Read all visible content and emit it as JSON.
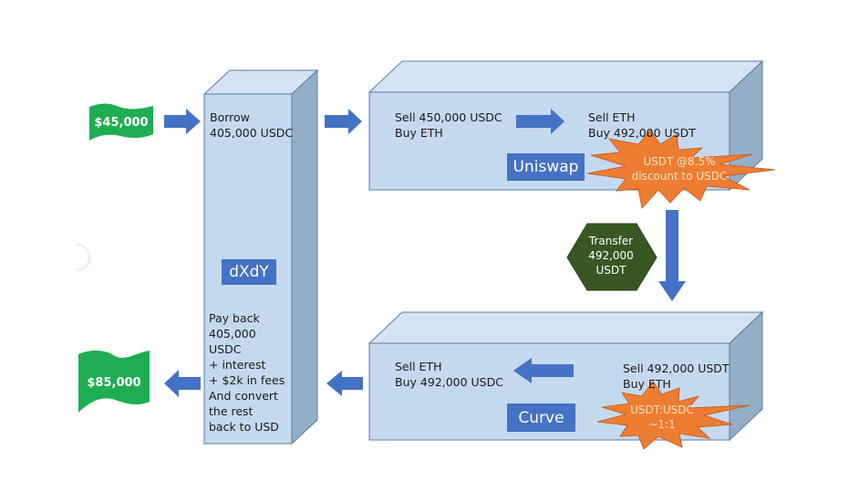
{
  "diagram": {
    "colors": {
      "box_front": "#c5d9ee",
      "box_top": "#d4e3f3",
      "box_side": "#95aec7",
      "box_edge": "#5b7ca0",
      "arrow": "#4472c4",
      "tag": "#4472c4",
      "money": "#1fad52",
      "burst": "#ed7d31",
      "hexagon": "#385723"
    },
    "money_in": {
      "label": "$45,000"
    },
    "money_out": {
      "label": "$85,000"
    },
    "dxdy": {
      "tag": "dXdY",
      "borrow_text": "Borrow\n405,000 USDC",
      "payback_text": "Pay back\n405,000\nUSDC\n+ interest\n+ $2k in fees\nAnd convert\nthe rest\nback to USD"
    },
    "uniswap": {
      "tag": "Uniswap",
      "step1_text": "Sell 450,000 USDC\nBuy ETH",
      "step2_text": "Sell ETH\nBuy 492,000 USDT",
      "burst_text": "USDT @8.5%\ndiscount to USDC"
    },
    "transfer": {
      "text": "Transfer\n492,000\nUSDT"
    },
    "curve": {
      "tag": "Curve",
      "step1_text": "Sell 492,000 USDT\nBuy ETH",
      "step2_text": "Sell ETH\nBuy 492,000 USDC",
      "burst_text": "USDT:USDC\n~1:1"
    }
  }
}
